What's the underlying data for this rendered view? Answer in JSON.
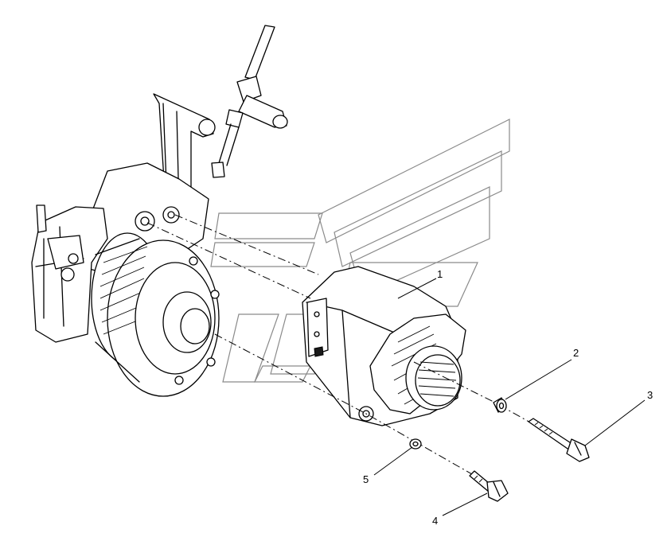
{
  "callouts": [
    {
      "id": "1",
      "label": "1"
    },
    {
      "id": "2",
      "label": "2"
    },
    {
      "id": "3",
      "label": "3"
    },
    {
      "id": "4",
      "label": "4"
    },
    {
      "id": "5",
      "label": "5"
    }
  ],
  "parts": {
    "engine_assembly": "engine-front-with-water-pump-pulley",
    "alternator": "alternator",
    "spacer": "spacer",
    "long_bolt": "long-bolt",
    "short_bolt": "short-bolt",
    "washer": "washer"
  },
  "colors": {
    "line": "#000000",
    "background": "#ffffff",
    "watermark": "#8a8a8a"
  }
}
